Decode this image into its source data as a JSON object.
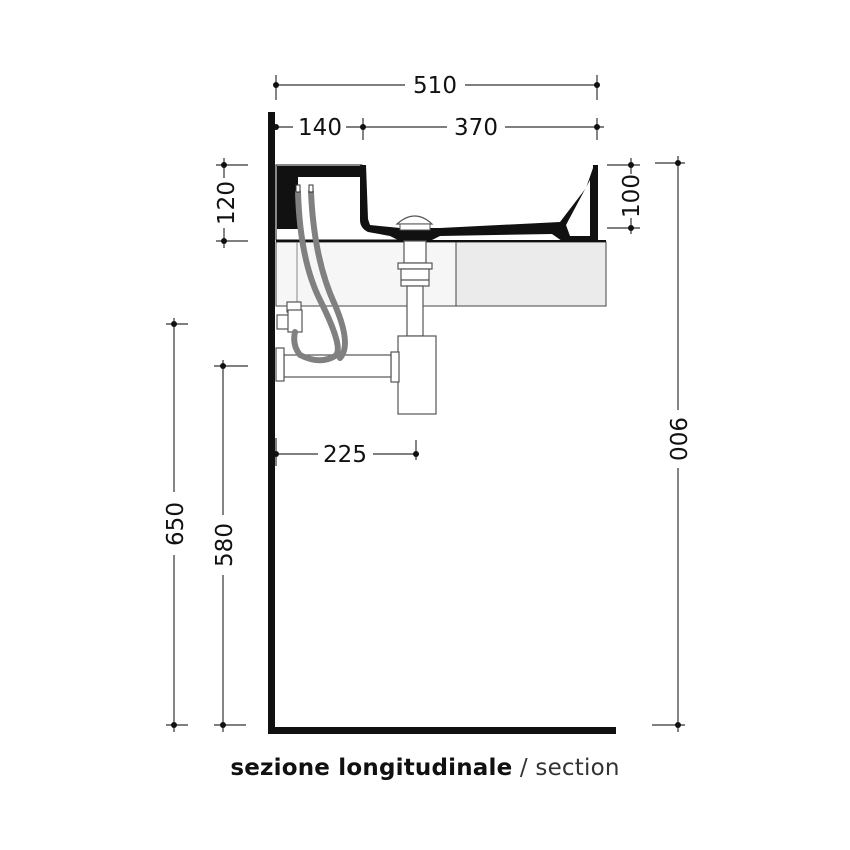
{
  "drawing": {
    "title_bold": "sezione longitudinale",
    "title_sep": " / ",
    "title_light": "section",
    "colors": {
      "outline": "#111111",
      "dimension_line": "#444444",
      "hose": "#808080",
      "cabinet_fill": "#ebebeb",
      "pipe": "#555555"
    },
    "dimensions": {
      "total_width": "510",
      "wall_offset": "140",
      "basin_width": "370",
      "countertop_height": "120",
      "basin_depth": "100",
      "drain_distance": "225",
      "supply_height": "650",
      "drain_height": "580",
      "total_height": "900"
    }
  }
}
